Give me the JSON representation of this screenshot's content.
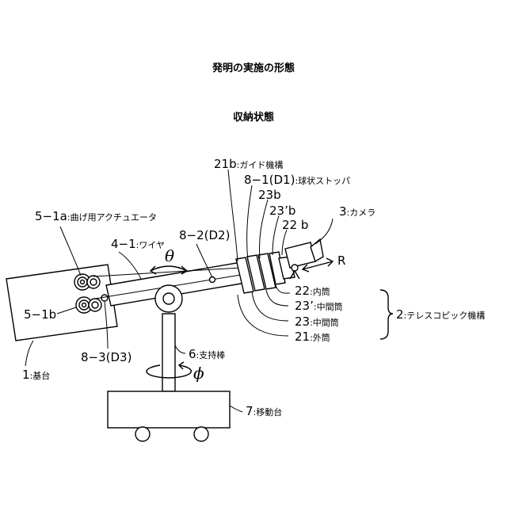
{
  "heading": "発明の実施の形態",
  "subheading": "収納状態",
  "labels": {
    "guide": "21b",
    "guide_name": ":ガイド機構",
    "stopper": "8−1(D1)",
    "stopper_name": ":球状ストッパ",
    "l23b": "23b",
    "l23pb": "23’b",
    "l22b": "22 b",
    "camera": "3",
    "camera_name": ":カメラ",
    "actuator": "5−1a",
    "actuator_name": ":曲げ用アクチュエータ",
    "wire": "4−1",
    "wire_name": ":ワイヤ",
    "d2": "8−2(D2)",
    "theta": "θ",
    "r": "R",
    "inner": "22",
    "inner_name": ":内筒",
    "mid1": "23’",
    "mid1_name": ":中間筒",
    "mid2": "23",
    "mid2_name": ":中間筒",
    "outer": "21",
    "outer_name": ":外筒",
    "telescope": "2",
    "telescope_name": ":テレスコピック機構",
    "actuator_b": "5−1b",
    "base": "1",
    "base_name": ":基台",
    "d3": "8−3(D3)",
    "rod": "6",
    "rod_name": ":支持棒",
    "phi": "ϕ",
    "cart": "7",
    "cart_name": ":移動台"
  },
  "icons": [
    "camera-icon",
    "wheel-icon",
    "pulley-icon",
    "rotation-arrow-icon"
  ]
}
